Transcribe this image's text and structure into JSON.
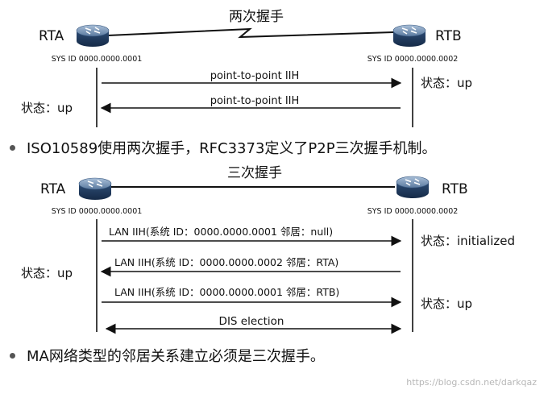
{
  "diagram1": {
    "title": "两次握手",
    "left_router": {
      "name": "RTA",
      "sysid": "SYS ID 0000.0000.0001"
    },
    "right_router": {
      "name": "RTB",
      "sysid": "SYS ID 0000.0000.0002"
    },
    "messages": [
      {
        "label": "point-to-point IIH",
        "direction": "right"
      },
      {
        "label": "point-to-point IIH",
        "direction": "left"
      }
    ],
    "left_state": "状态：up",
    "right_state": "状态：up"
  },
  "bullet1": "ISO10589使用两次握手，RFC3373定义了P2P三次握手机制。",
  "diagram2": {
    "title": "三次握手",
    "left_router": {
      "name": "RTA",
      "sysid": "SYS ID 0000.0000.0001"
    },
    "right_router": {
      "name": "RTB",
      "sysid": "SYS ID 0000.0000.0002"
    },
    "messages": [
      {
        "label": "LAN IIH(系统  ID：0000.0000.0001 邻居：null)",
        "direction": "right"
      },
      {
        "label": "LAN IIH(系统 ID：0000.0000.0002 邻居：RTA)",
        "direction": "left"
      },
      {
        "label": "LAN IIH(系统 ID：0000.0000.0001 邻居：RTB)",
        "direction": "right"
      },
      {
        "label": "DIS  election",
        "direction": "both"
      }
    ],
    "left_state": "状态：up",
    "right_state_1": "状态：initialized",
    "right_state_2": "状态：up"
  },
  "bullet2": "MA网络类型的邻居关系建立必须是三次握手。",
  "watermark": "https://blog.csdn.net/darkqaz",
  "colors": {
    "router_top": "#6f8db0",
    "router_side": "#1f3a5e",
    "line": "#111111",
    "bullet": "#555555"
  },
  "icons": [
    "router-icon"
  ]
}
